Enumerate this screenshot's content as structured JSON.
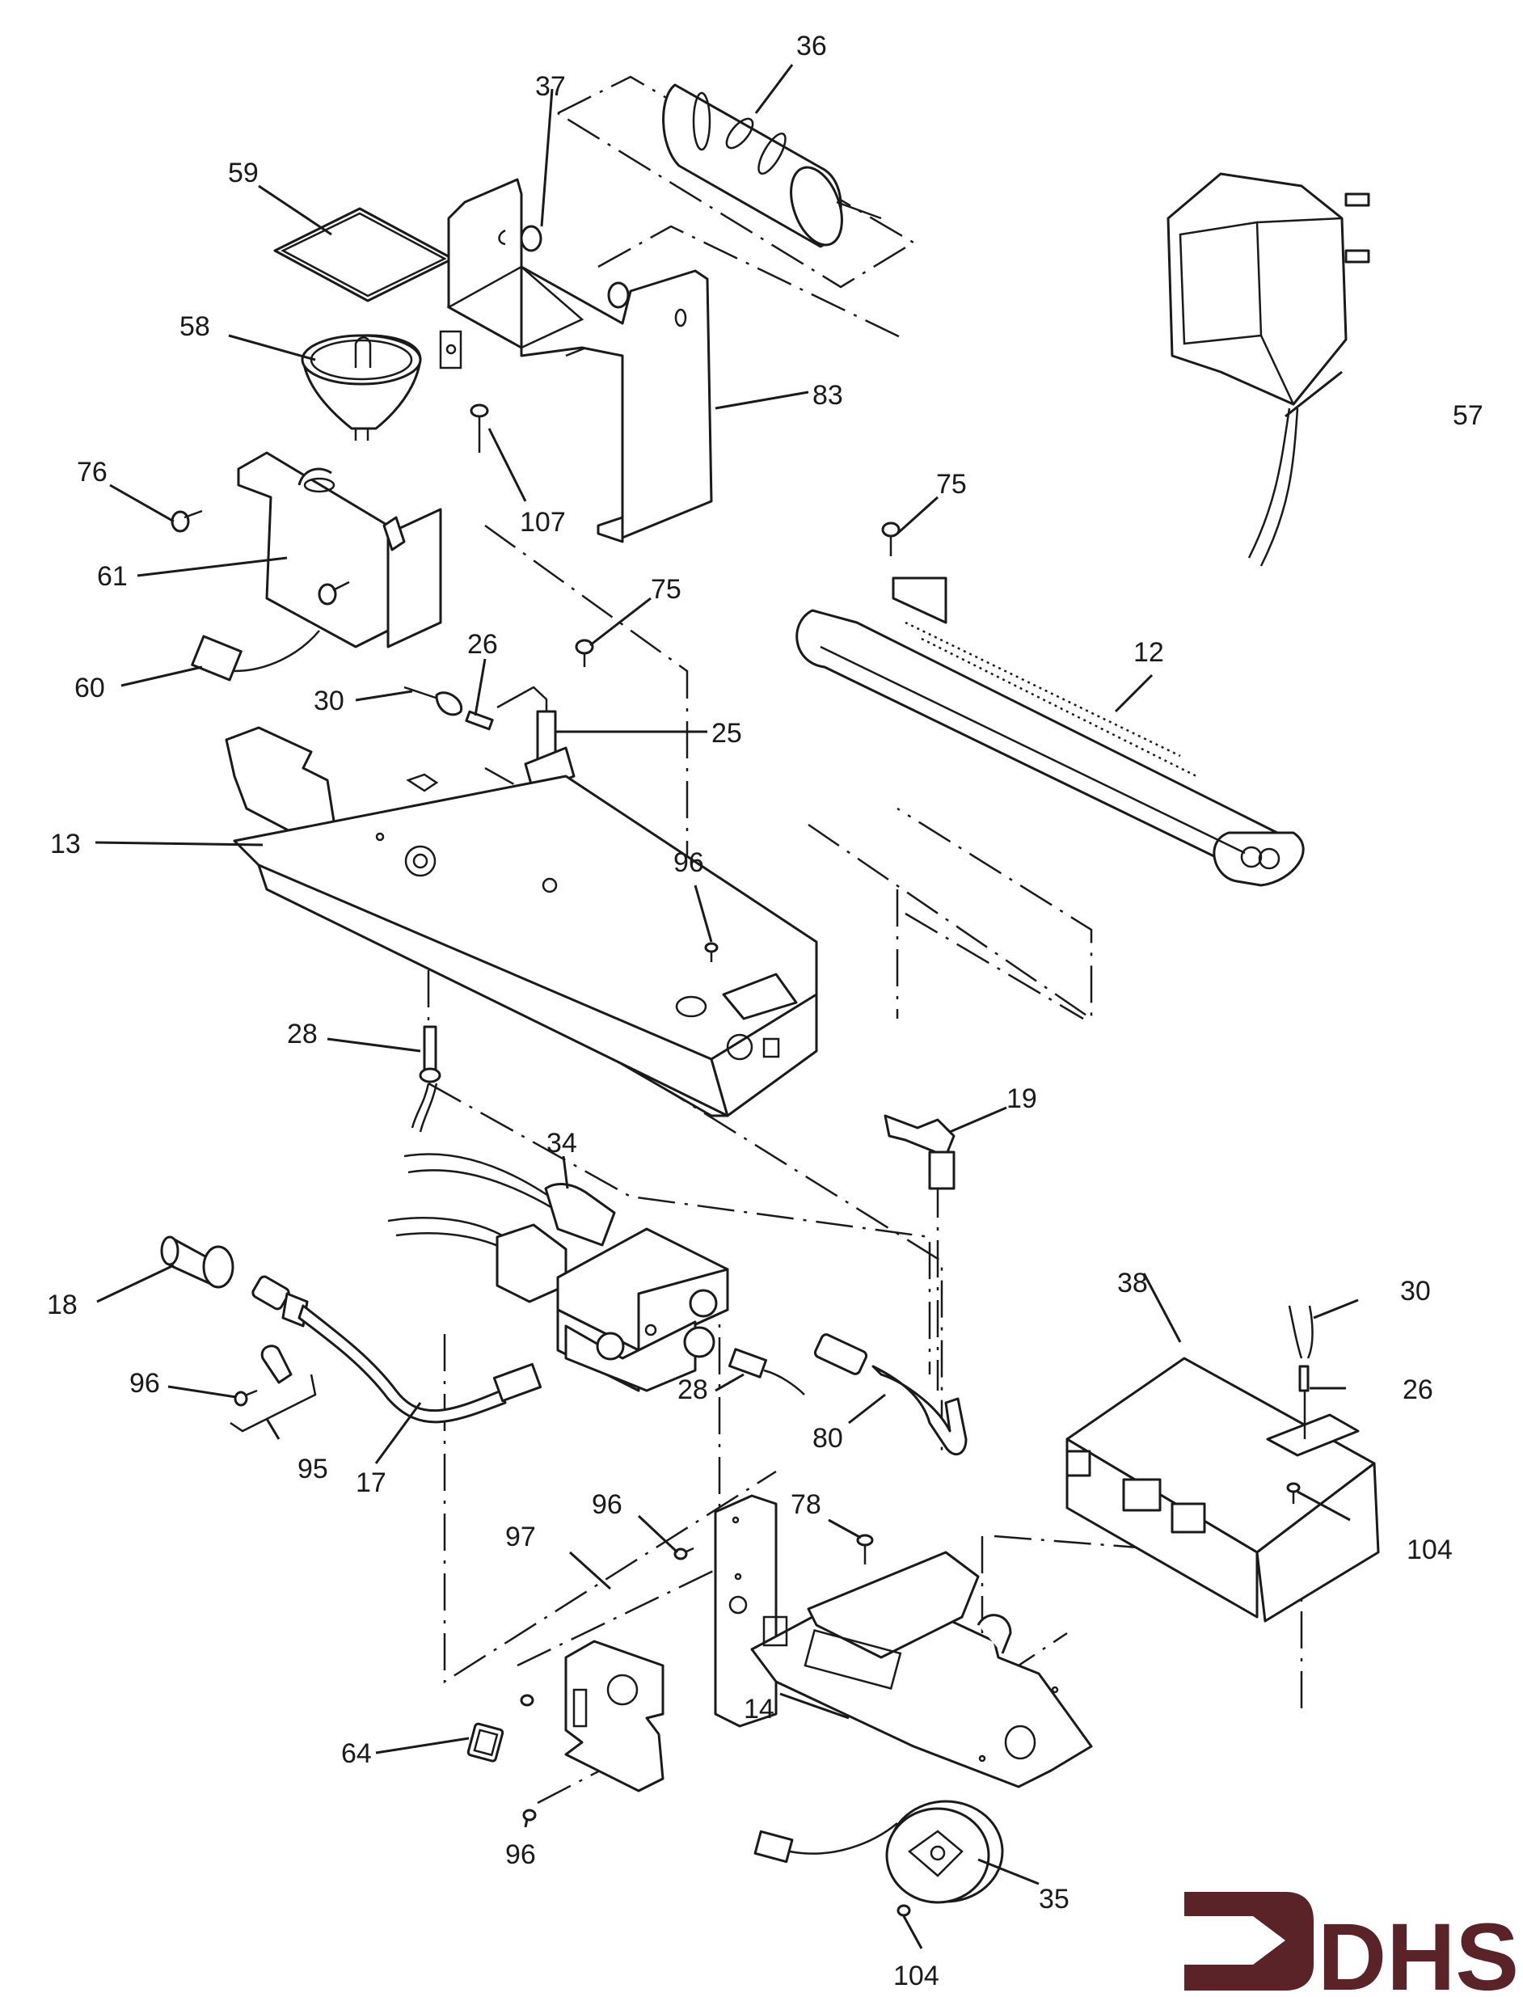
{
  "diagram": {
    "title": "Exploded parts view - gas log heater burner and control assembly",
    "logo": {
      "text": "DHS",
      "color": "#5a2327",
      "icon": "arrow-bracket-icon"
    },
    "line_color": "#1a1a1a",
    "background": "#ffffff",
    "callouts": [
      {
        "id": "36",
        "part": "log-roller-drum"
      },
      {
        "id": "37",
        "part": "bushing-left"
      },
      {
        "id": "59",
        "part": "glass-lens"
      },
      {
        "id": "58",
        "part": "halogen-lamp"
      },
      {
        "id": "83",
        "part": "drum-bracket"
      },
      {
        "id": "57",
        "part": "plug-in-transformer"
      },
      {
        "id": "76",
        "part": "screw"
      },
      {
        "id": "107",
        "part": "screw"
      },
      {
        "id": "61",
        "part": "lamp-bracket"
      },
      {
        "id": "75",
        "part": "screw-top"
      },
      {
        "id": "75",
        "part": "screw-middle"
      },
      {
        "id": "60",
        "part": "lamp-connector"
      },
      {
        "id": "26",
        "part": "electrode-connector"
      },
      {
        "id": "30",
        "part": "ignition-wire"
      },
      {
        "id": "25",
        "part": "igniter-electrode"
      },
      {
        "id": "12",
        "part": "burner-tube"
      },
      {
        "id": "13",
        "part": "burner-tray"
      },
      {
        "id": "96",
        "part": "screw-tray"
      },
      {
        "id": "28",
        "part": "thermocouple-upper"
      },
      {
        "id": "19",
        "part": "elbow-fitting"
      },
      {
        "id": "34",
        "part": "gas-valve"
      },
      {
        "id": "18",
        "part": "inlet-fitting"
      },
      {
        "id": "38",
        "part": "ignition-module"
      },
      {
        "id": "30",
        "part": "ignition-wire-module"
      },
      {
        "id": "26",
        "part": "connector-module"
      },
      {
        "id": "96",
        "part": "screw-clamp"
      },
      {
        "id": "95",
        "part": "tube-clamp"
      },
      {
        "id": "28",
        "part": "thermocouple-lower"
      },
      {
        "id": "80",
        "part": "flex-connector"
      },
      {
        "id": "17",
        "part": "gas-supply-tube"
      },
      {
        "id": "104",
        "part": "screw-module"
      },
      {
        "id": "96",
        "part": "screw-bracket"
      },
      {
        "id": "78",
        "part": "screw-base"
      },
      {
        "id": "97",
        "part": "switch-bracket"
      },
      {
        "id": "64",
        "part": "rocker-switch"
      },
      {
        "id": "14",
        "part": "valve-mounting-plate"
      },
      {
        "id": "96",
        "part": "screw-bottom"
      },
      {
        "id": "35",
        "part": "drum-motor"
      },
      {
        "id": "104",
        "part": "screw-motor"
      }
    ]
  }
}
